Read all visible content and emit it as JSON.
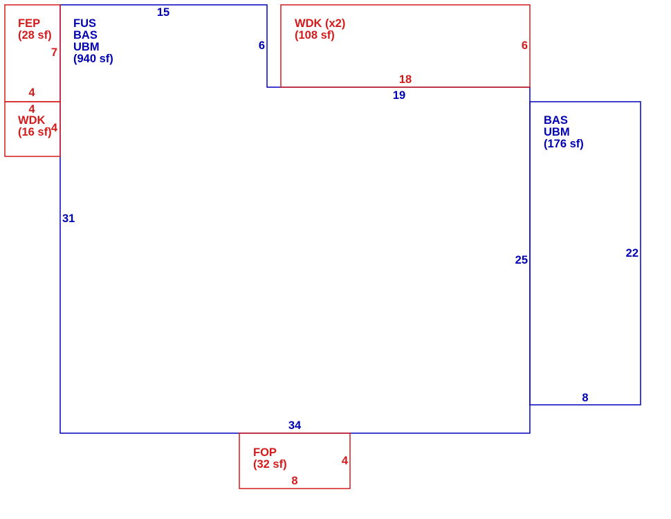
{
  "colors": {
    "main": "#0000c0",
    "attached": "#d41a1a"
  },
  "areas": {
    "main": {
      "lines": [
        "FUS",
        "BAS",
        "UBM",
        "(940 sf)"
      ],
      "color": "main"
    },
    "side": {
      "lines": [
        "BAS",
        "UBM",
        "(176 sf)"
      ],
      "color": "main"
    },
    "fep": {
      "lines": [
        "FEP",
        "(28 sf)"
      ],
      "color": "attached"
    },
    "wdk_small": {
      "lines": [
        "WDK",
        "(16 sf)"
      ],
      "color": "attached"
    },
    "wdk_top": {
      "lines": [
        "WDK (x2)",
        "(108 sf)"
      ],
      "color": "attached"
    },
    "fop": {
      "lines": [
        "FOP",
        "(32 sf)"
      ],
      "color": "attached"
    }
  },
  "dimensions": {
    "main_top": "15",
    "main_notch_side": "6",
    "main_notch_bottom": "19",
    "main_left": "31",
    "main_right": "25",
    "main_bottom": "34",
    "side_right": "22",
    "side_bottom": "8",
    "fep_right": "7",
    "fep_bottom": "4",
    "wdk_small_top": "4",
    "wdk_small_right": "4",
    "wdk_top_right": "6",
    "wdk_top_bottom": "18",
    "fop_right": "4",
    "fop_bottom": "8"
  }
}
